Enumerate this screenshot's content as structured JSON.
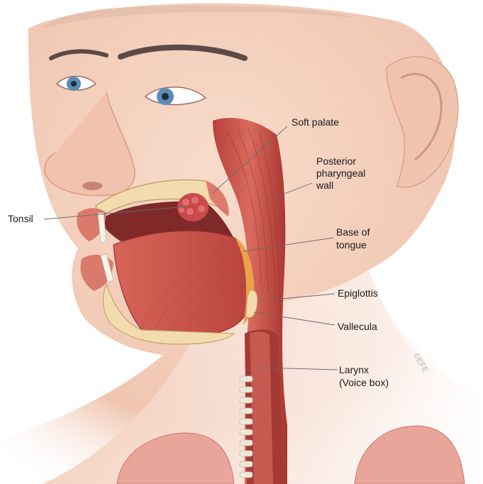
{
  "labels": {
    "soft_palate": "Soft palate",
    "posterior_wall": [
      "Posterior",
      "pharyngeal",
      "wall"
    ],
    "tonsil": "Tonsil",
    "base_of_tongue": [
      "Base of",
      "tongue"
    ],
    "epiglottis": "Epiglottis",
    "vallecula": "Vallecula",
    "larynx": [
      "Larynx",
      "(Voice box)"
    ]
  },
  "watermark": "©EFE",
  "colors": {
    "skin": "#f3cfbd",
    "skin_shadow": "#e2a995",
    "muscle": "#c9504a",
    "muscle_dark": "#9d3330",
    "tissue_pink": "#e58a7e",
    "bone_cream": "#f2dcae",
    "fat_orange": "#e9a34a",
    "iris": "#5a8cb5"
  }
}
